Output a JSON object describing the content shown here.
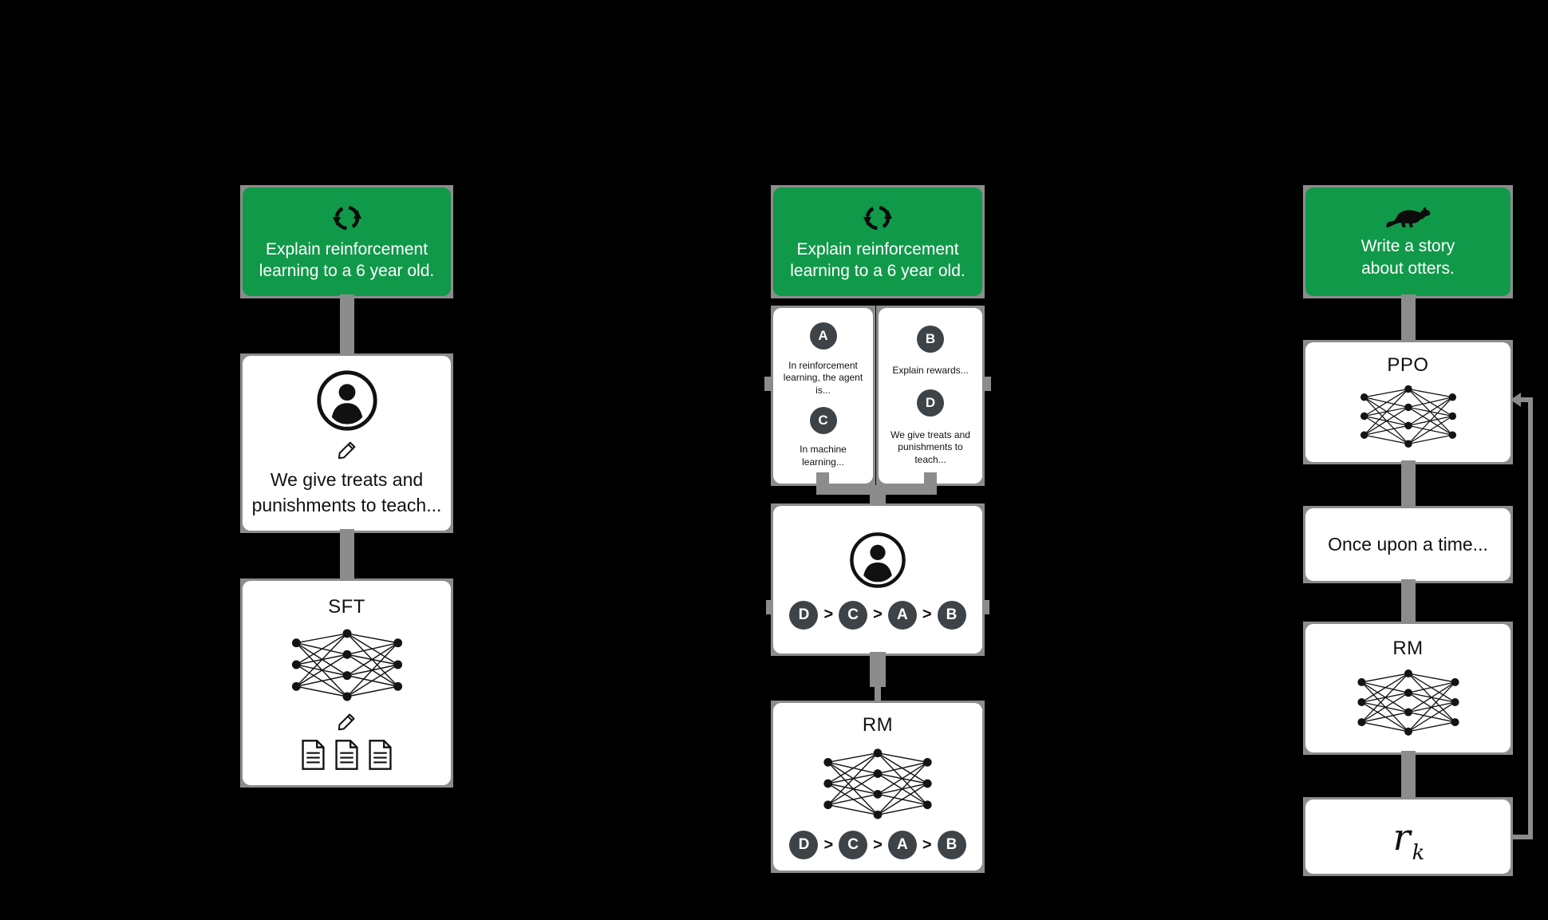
{
  "colors": {
    "background": "#000000",
    "prompt_green": "#11994a",
    "box_white": "#ffffff",
    "connector_gray": "#8c8c8c",
    "badge_dark": "#3d4347",
    "ink": "#111111"
  },
  "left_column": {
    "prompt": {
      "icon": "cycle-icon",
      "line1": "Explain reinforcement",
      "line2": "learning to a 6 year old."
    },
    "demonstration": {
      "line1": "We give treats and",
      "line2": "punishments to teach..."
    },
    "model": {
      "label": "SFT"
    }
  },
  "middle_column": {
    "prompt": {
      "icon": "cycle-icon",
      "line1": "Explain reinforcement",
      "line2": "learning to a 6 year old."
    },
    "samples": [
      {
        "badge": "A",
        "text": "In reinforcement learning, the agent is..."
      },
      {
        "badge": "B",
        "text": "Explain rewards..."
      },
      {
        "badge": "C",
        "text": "In machine learning..."
      },
      {
        "badge": "D",
        "text": "We give treats and punishments to teach..."
      }
    ],
    "ranking": {
      "order": [
        "D",
        "C",
        "A",
        "B"
      ],
      "separator": ">"
    },
    "model": {
      "label": "RM"
    }
  },
  "right_column": {
    "prompt": {
      "icon": "otter-icon",
      "line1": "Write a story",
      "line2": "about otters."
    },
    "policy": {
      "label": "PPO"
    },
    "output": {
      "text": "Once upon a time..."
    },
    "reward_model": {
      "label": "RM"
    },
    "reward": {
      "base": "r",
      "subscript": "k"
    }
  }
}
